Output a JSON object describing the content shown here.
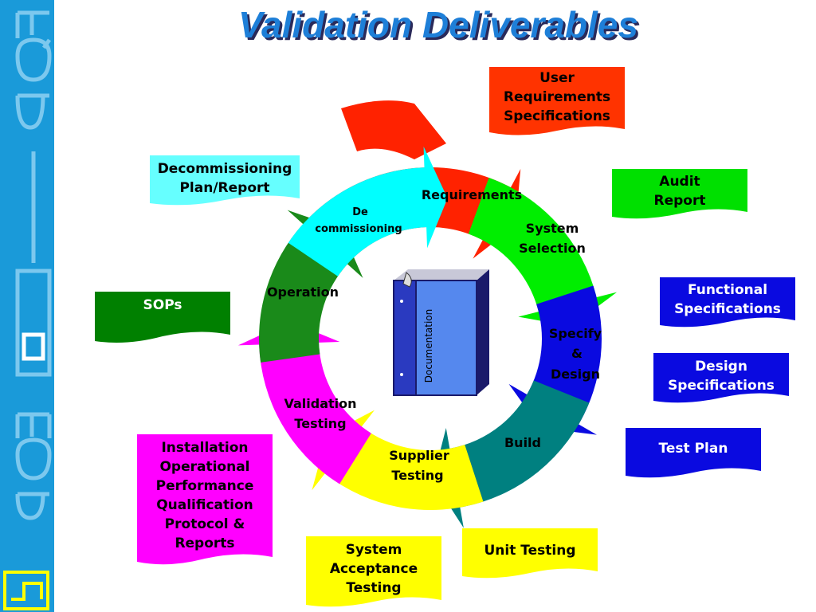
{
  "title": "Validation Deliverables",
  "cycle": {
    "center_label": "Documentation",
    "segments": [
      {
        "label": "Requirements"
      },
      {
        "label": "System",
        "label2": "Selection"
      },
      {
        "label": "Specify",
        "label2": "&",
        "label3": "Design"
      },
      {
        "label": "Build"
      },
      {
        "label": "Supplier",
        "label2": "Testing"
      },
      {
        "label": "Validation",
        "label2": "Testing"
      },
      {
        "label": "Operation"
      },
      {
        "label": "De",
        "label2": "commissioning"
      }
    ]
  },
  "deliverables": [
    {
      "lines": [
        "User",
        "Requirements",
        "Specifications"
      ],
      "color": "#ff3300",
      "text_color": "#000000"
    },
    {
      "lines": [
        "Audit",
        "Report"
      ],
      "color": "#00e000",
      "text_color": "#000000"
    },
    {
      "lines": [
        "Functional",
        "Specifications"
      ],
      "color": "#0a0ae0",
      "text_color": "#ffffff"
    },
    {
      "lines": [
        "Design",
        "Specifications"
      ],
      "color": "#0a0ae0",
      "text_color": "#ffffff"
    },
    {
      "lines": [
        "Test Plan"
      ],
      "color": "#0a0ae0",
      "text_color": "#ffffff"
    },
    {
      "lines": [
        "Unit Testing"
      ],
      "color": "#ffff00",
      "text_color": "#000000"
    },
    {
      "lines": [
        "System",
        "Acceptance",
        "Testing"
      ],
      "color": "#ffff00",
      "text_color": "#000000"
    },
    {
      "lines": [
        "Installation",
        "Operational",
        "Performance",
        "Qualification",
        "Protocol &",
        "Reports"
      ],
      "color": "#ff00ff",
      "text_color": "#000000"
    },
    {
      "lines": [
        "SOPs"
      ],
      "color": "#008000",
      "text_color": "#ffffff"
    },
    {
      "lines": [
        "Decommissioning",
        "Plan/Report"
      ],
      "color": "#66ffff",
      "text_color": "#000000"
    }
  ],
  "sidebar": {
    "logo_text": "PQE"
  },
  "colors": {
    "sidebar": "#1a9ad9",
    "title": "#1e7fd8",
    "red": "#ff2200",
    "green": "#00ee00",
    "blue": "#0a0ae0",
    "teal": "#008080",
    "yellow": "#ffff00",
    "magenta": "#ff00ff",
    "dark_green": "#1a8a1a",
    "cyan": "#00ffff"
  }
}
